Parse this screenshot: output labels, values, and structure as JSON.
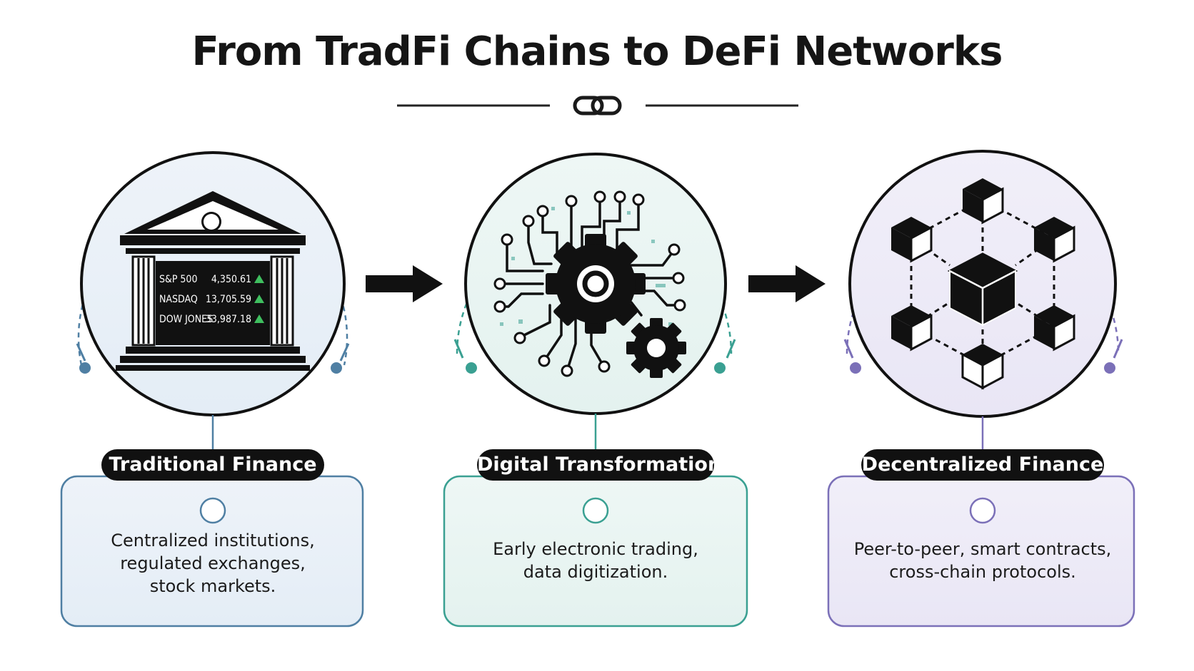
{
  "title": "From TradFi Chains to DeFi Networks",
  "colors": {
    "blue": "#4f7fa3",
    "teal": "#3aa092",
    "purple": "#7b70b8",
    "ink": "#111111"
  },
  "stages": [
    {
      "title": "Traditional Finance",
      "description": "Centralized institutions, regulated exchanges, stock markets.",
      "icon": "bank-building-icon",
      "tickers": [
        {
          "name": "S&P 500",
          "value": "4,350.61"
        },
        {
          "name": "NASDAQ",
          "value": "13,705.59"
        },
        {
          "name": "DOW JONES",
          "value": "33,987.18"
        }
      ]
    },
    {
      "title": "Digital Transformation",
      "description": "Early electronic trading, data digitization.",
      "icon": "gear-circuit-icon"
    },
    {
      "title": "Decentralized Finance",
      "description": "Peer-to-peer, smart contracts, cross-chain protocols.",
      "icon": "blockchain-network-icon"
    }
  ],
  "header_icon": "chain-link-icon"
}
